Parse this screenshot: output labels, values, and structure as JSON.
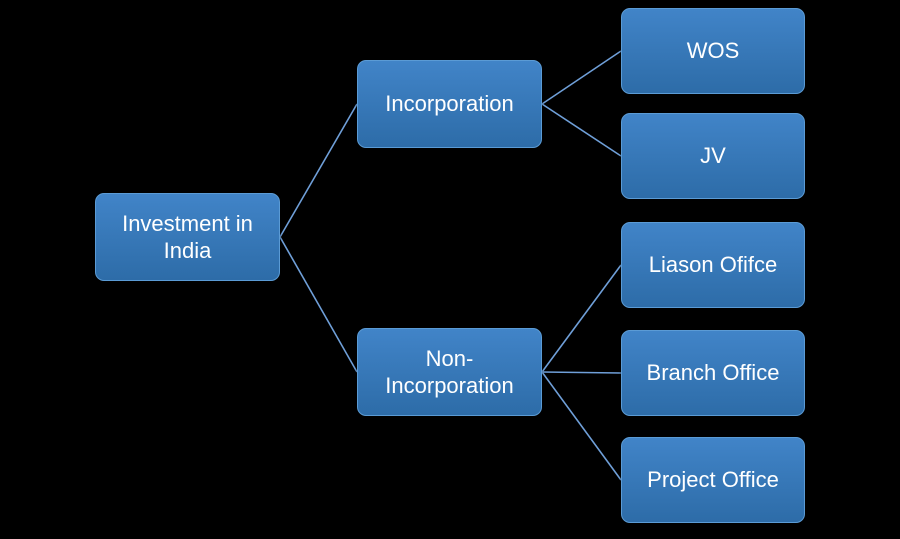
{
  "colors": {
    "background": "#000000",
    "node_fill_top": "#4184c8",
    "node_fill_bottom": "#2d6ca8",
    "node_border": "#5b9bd5",
    "node_text": "#ffffff",
    "connector": "#6f9fd8"
  },
  "diagram": {
    "type": "hierarchy",
    "nodes": {
      "root": {
        "label": "Investment in India"
      },
      "incorporation": {
        "label": "Incorporation"
      },
      "non_incorporation": {
        "label": "Non-Incorporation"
      },
      "wos": {
        "label": "WOS"
      },
      "jv": {
        "label": "JV"
      },
      "liason_office": {
        "label": "Liason Ofifce"
      },
      "branch_office": {
        "label": "Branch Office"
      },
      "project_office": {
        "label": "Project Office"
      }
    },
    "edges": [
      {
        "from": "root",
        "to": "incorporation"
      },
      {
        "from": "root",
        "to": "non_incorporation"
      },
      {
        "from": "incorporation",
        "to": "wos"
      },
      {
        "from": "incorporation",
        "to": "jv"
      },
      {
        "from": "non_incorporation",
        "to": "liason_office"
      },
      {
        "from": "non_incorporation",
        "to": "branch_office"
      },
      {
        "from": "non_incorporation",
        "to": "project_office"
      }
    ]
  }
}
